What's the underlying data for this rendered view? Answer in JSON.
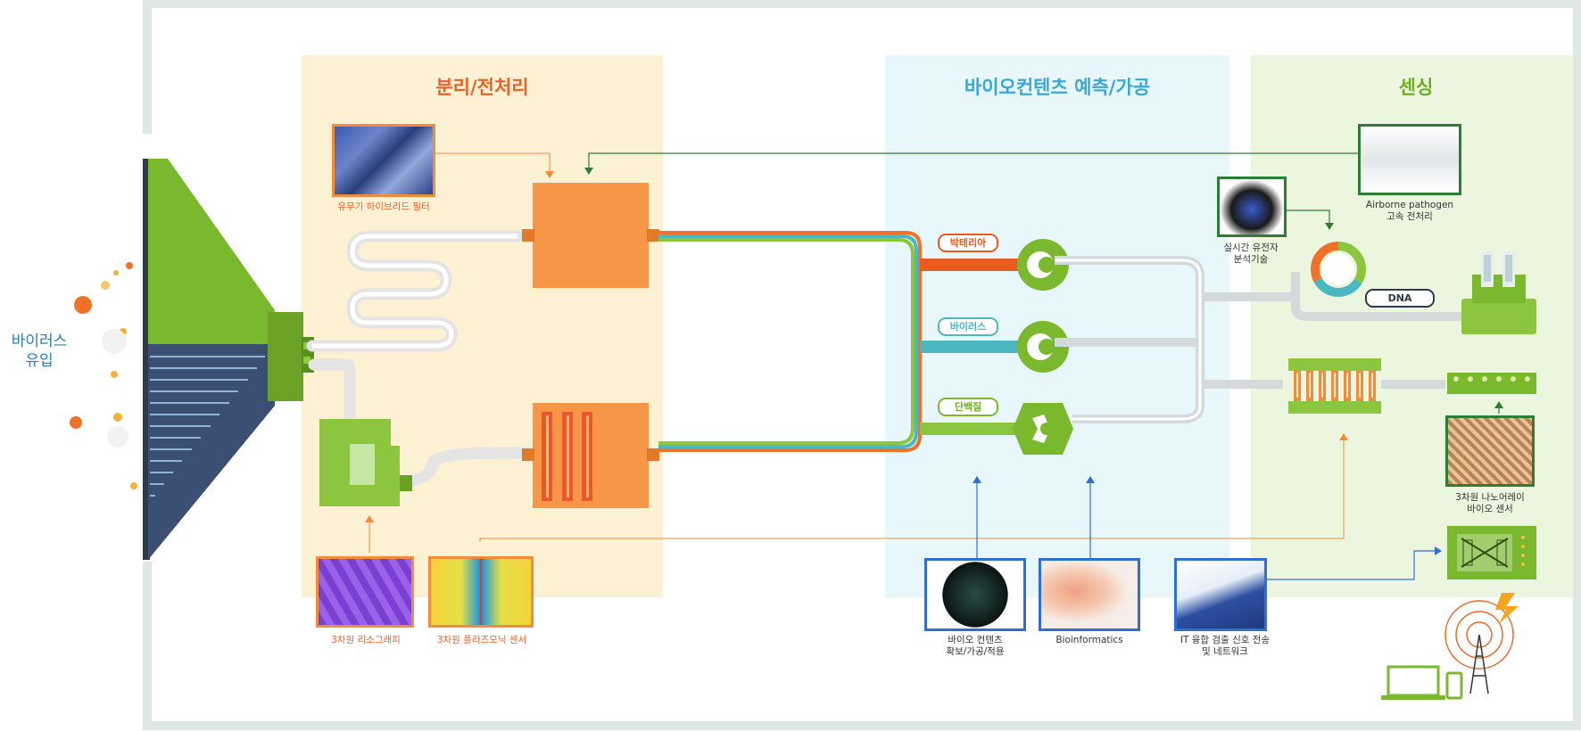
{
  "left_label": {
    "line1": "바이러스",
    "line2": "유입"
  },
  "sections": {
    "separation": "분리/전처리",
    "biocontents": "바이오컨텐츠 예측/가공",
    "sensing": "센싱"
  },
  "labels": {
    "hybrid_filter": "유무기 하이브리드 필터",
    "lithography": "3차원 리소그래피",
    "plasmonic": "3차원 플라즈모닉 센서",
    "bio_contents": {
      "line1": "바이오 컨텐츠",
      "line2": "확보/가공/적용"
    },
    "bioinformatics": "Bioinformatics",
    "it_fusion": {
      "line1": "IT 융합 검출 신호 전송",
      "line2": "및 네트워크"
    },
    "realtime_gene": {
      "line1": "실시간 유전자",
      "line2": "분석기술"
    },
    "airborne": {
      "line1": "Airborne pathogen",
      "line2": "고속 전처리"
    },
    "nanoarray": {
      "line1": "3차원 나노어레이",
      "line2": "바이오 센서"
    }
  },
  "pills": {
    "bacteria": "박테리아",
    "virus": "바이러스",
    "protein": "단백질",
    "dna": "DNA"
  },
  "colors": {
    "orange": "#f28c3a",
    "green": "#7ab82d",
    "teal": "#4bb8c0",
    "blue": "#2e6fd1",
    "section_sep": "#fdf1d4",
    "section_bio": "#e5f6fb",
    "section_sense": "#eaf5dc"
  }
}
